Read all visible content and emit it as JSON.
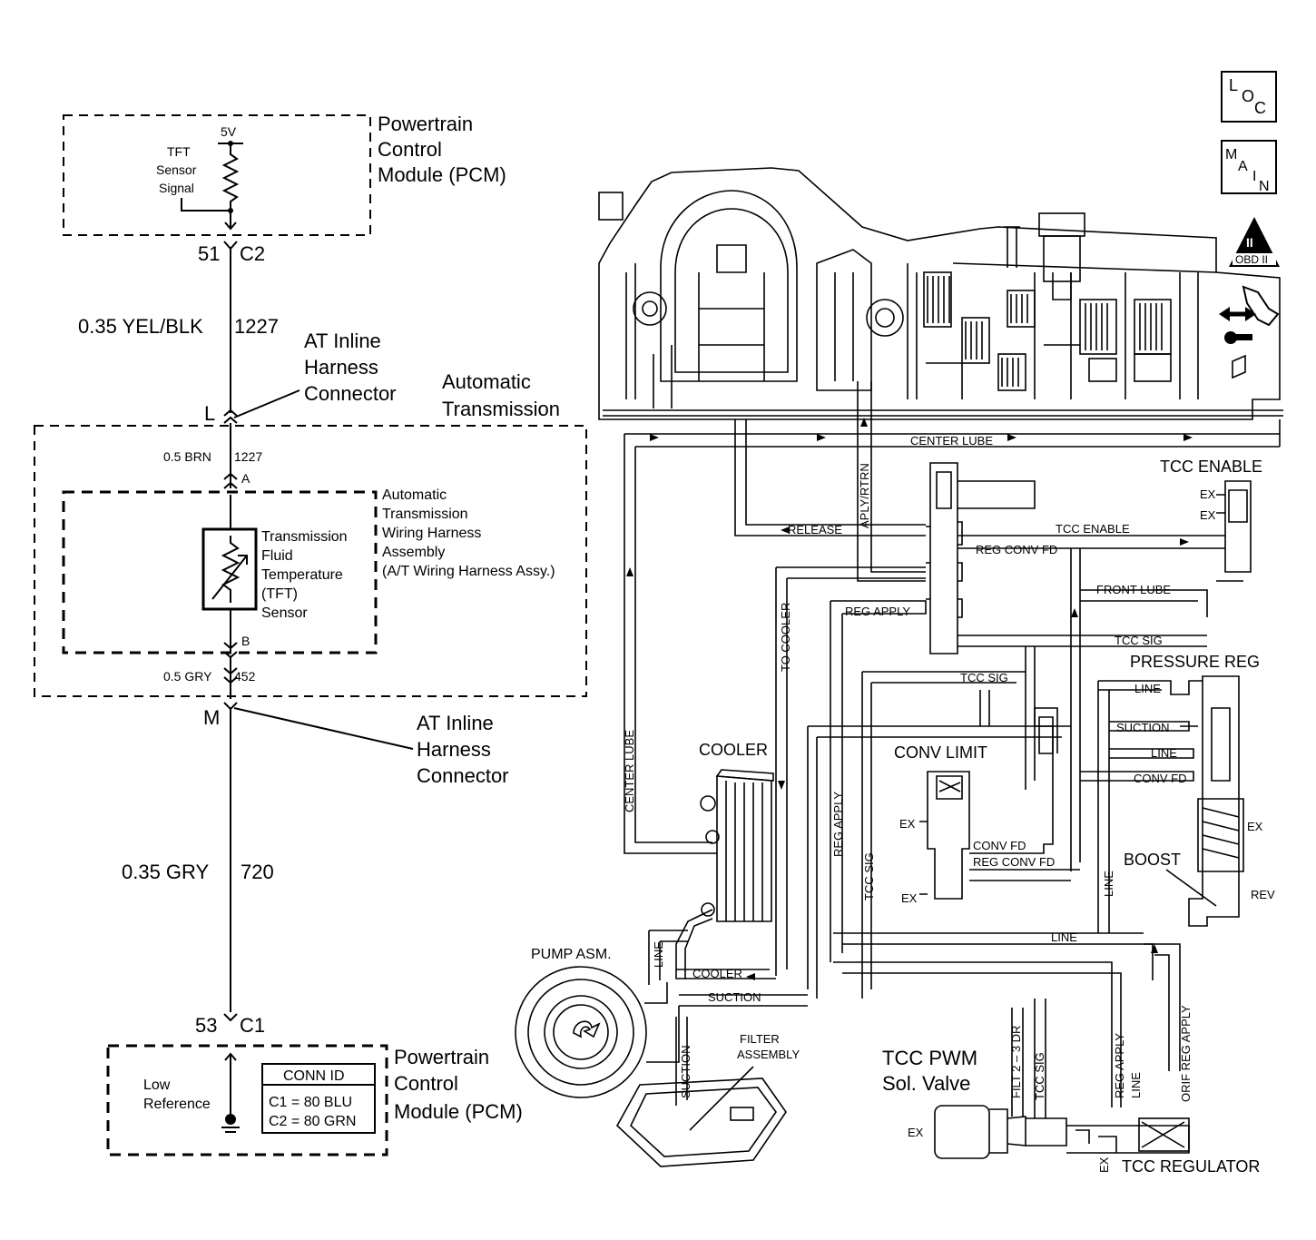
{
  "pcm_top": {
    "name_line1": "Powertrain",
    "name_line2": "Control",
    "name_line3": "Module (PCM)",
    "voltage": "5V",
    "signal_line1": "TFT",
    "signal_line2": "Sensor",
    "signal_line3": "Signal",
    "pin": "51",
    "connector": "C2"
  },
  "wire_upper": {
    "size_color": "0.35 YEL/BLK",
    "circuit": "1227"
  },
  "connector_L": {
    "line1": "AT Inline",
    "line2": "Harness",
    "line3": "Connector",
    "pin": "L"
  },
  "auto_trans": {
    "line1": "Automatic",
    "line2": "Transmission"
  },
  "wire_brn": {
    "size_color": "0.5 BRN",
    "circuit": "1227",
    "pin": "A"
  },
  "harness_assy": {
    "line1": "Automatic",
    "line2": "Transmission",
    "line3": "Wiring Harness",
    "line4": "Assembly",
    "line5": "(A/T Wiring Harness Assy.)"
  },
  "tft_sensor": {
    "line1": "Transmission",
    "line2": "Fluid",
    "line3": "Temperature",
    "line4": "(TFT)",
    "line5": "Sensor",
    "pin_b": "B"
  },
  "wire_gry452": {
    "size_color": "0.5 GRY",
    "circuit": "452"
  },
  "connector_M": {
    "line1": "AT Inline",
    "line2": "Harness",
    "line3": "Connector",
    "pin": "M"
  },
  "wire_lower": {
    "size_color": "0.35 GRY",
    "circuit": "720"
  },
  "pcm_bottom": {
    "name_line1": "Powertrain",
    "name_line2": "Control",
    "name_line3": "Module (PCM)",
    "pin": "53",
    "connector": "C1",
    "low_line1": "Low",
    "low_line2": "Reference",
    "conn_id_title": "CONN ID",
    "conn_id_c1": "C1 = 80 BLU",
    "conn_id_c2": "C2 = 80 GRN"
  },
  "nav_icons": {
    "loc_l": "L",
    "loc_o": "O",
    "loc_c": "C",
    "main_m": "M",
    "main_a": "A",
    "main_i": "I",
    "main_n": "N",
    "obd_ii": "II",
    "obd_label": "OBD II"
  },
  "hydraulic": {
    "center_lube": "CENTER LUBE",
    "center_lube_v": "CENTER LUBE",
    "aply_rtrn": "APLY/RTRN",
    "release": "RELEASE",
    "tcc_enable_title": "TCC ENABLE",
    "tcc_enable": "TCC ENABLE",
    "ex1": "EX",
    "ex2": "EX",
    "reg_conv_fd": "REG CONV FD",
    "front_lube": "FRONT LUBE",
    "reg_apply": "REG APPLY",
    "tcc_sig": "TCC SIG",
    "tcc_sig2": "TCC SIG",
    "to_cooler": "TO COOLER",
    "pressure_reg": "PRESSURE REG",
    "line1": "LINE",
    "suction_pr": "SUCTION",
    "line2": "LINE",
    "conv_fd_pr": "CONV FD",
    "ex_pr": "EX",
    "boost": "BOOST",
    "rev": "REV",
    "conv_limit": "CONV LIMIT",
    "ex_cl1": "EX",
    "ex_cl2": "EX",
    "conv_fd_cl": "CONV FD",
    "reg_conv_fd_cl": "REG CONV FD",
    "cooler": "COOLER",
    "reg_apply_v": "REG APPLY",
    "tcc_sig_v": "TCC SIG",
    "line_v": "LINE",
    "line_h": "LINE",
    "pump_asm": "PUMP ASM.",
    "line_pump": "LINE",
    "cooler_ret": "COOLER",
    "suction": "SUCTION",
    "suction_v": "SUCTION",
    "filter1": "FILTER",
    "filter2": "ASSEMBLY",
    "tcc_pwm1": "TCC PWM",
    "tcc_pwm2": "Sol. Valve",
    "ex_pwm": "EX",
    "filt": "FILT 2 – 3 DR",
    "tcc_sig_v2": "TCC SIG",
    "reg_apply_v2": "REG APPLY",
    "line_v2": "LINE",
    "orif_reg_apply": "ORIF REG APPLY",
    "ex_reg": "EX",
    "tcc_regulator": "TCC REGULATOR"
  }
}
